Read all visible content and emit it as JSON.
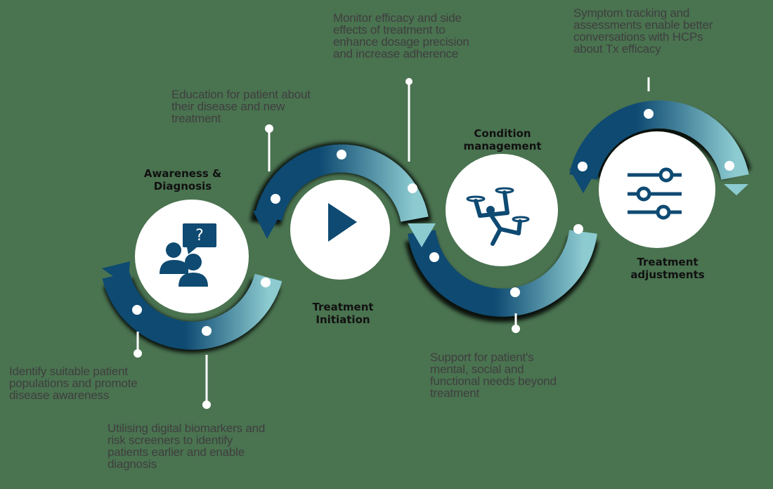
{
  "diagram": {
    "background": "#4a7350",
    "colors": {
      "ribbon_dark": "#0e4a72",
      "ribbon_light": "#8ccbd0",
      "icon": "#0e4a72",
      "circle": "#ffffff",
      "description_text": "#3f3f3f",
      "label_text": "#111111"
    },
    "stages": [
      {
        "id": "awareness",
        "label": "Awareness &\nDiagnosis",
        "icon": "people-question-icon"
      },
      {
        "id": "initiation",
        "label": "Treatment\nInitiation",
        "icon": "play-icon"
      },
      {
        "id": "condition",
        "label": "Condition\nmanagement",
        "icon": "juggling-person-icon"
      },
      {
        "id": "adjustments",
        "label": "Treatment\nadjustments",
        "icon": "sliders-icon"
      }
    ],
    "descriptions": [
      {
        "id": "d1",
        "text": "Identify suitable patient\npopulations and promote\ndisease awareness"
      },
      {
        "id": "d2",
        "text": "Utilising digital biomarkers and\nrisk screeners to identify\npatients earlier and enable\ndiagnosis"
      },
      {
        "id": "d3",
        "text": "Education for patient about\n their disease and new\ntreatment"
      },
      {
        "id": "d4",
        "text": "Monitor efficacy and side\neffects of treatment to\nenhance dosage precision\nand increase adherence"
      },
      {
        "id": "d5",
        "text": "Support for patient's\nmental, social  and\nfunctional needs beyond\ntreatment"
      },
      {
        "id": "d6",
        "text": "Symptom tracking and\nassessments enable better\nconversations with HCPs\nabout Tx efficacy"
      }
    ]
  }
}
